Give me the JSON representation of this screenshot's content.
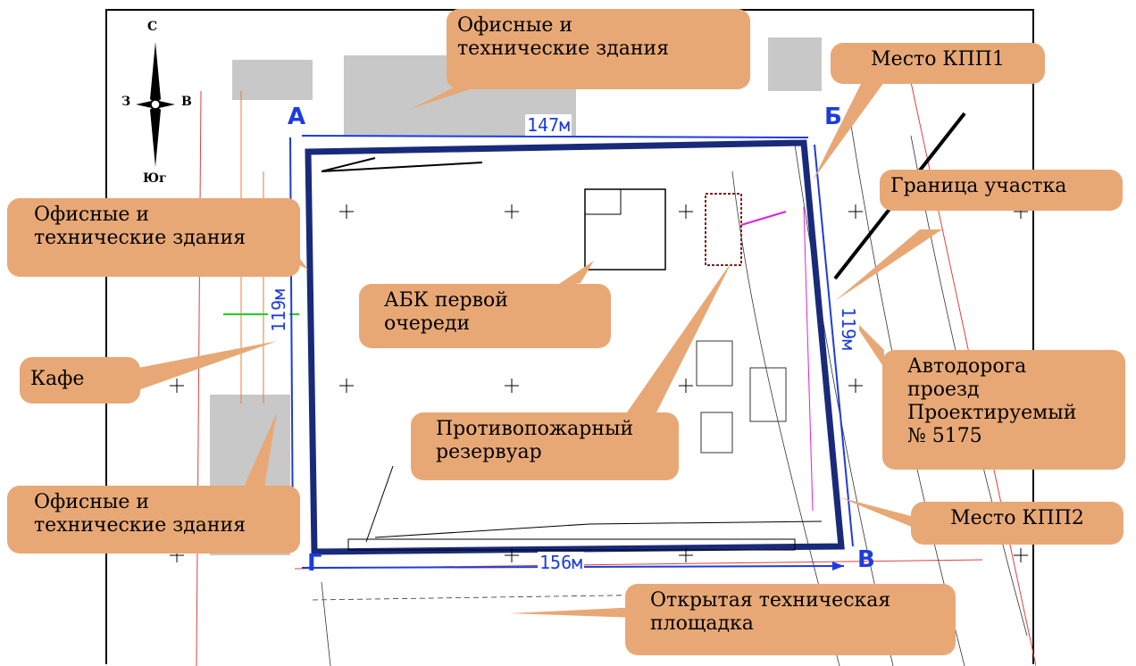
{
  "compass": {
    "north": "С",
    "south": "Юг",
    "west": "З",
    "east": "В"
  },
  "corners": {
    "a": "А",
    "b": "Б",
    "v": "В",
    "g": "Г"
  },
  "dimensions": {
    "top": "147м",
    "left": "119м",
    "right": "119м",
    "bottom": "156м"
  },
  "callouts": {
    "offices_top": [
      "Офисные и",
      "технические  здания"
    ],
    "kpp1": [
      "Место КПП1"
    ],
    "boundary": [
      "Граница участка"
    ],
    "offices_left": [
      "Офисные и",
      "технические  здания"
    ],
    "abk": [
      "АБК первой",
      "очереди"
    ],
    "cafe": [
      "Кафе"
    ],
    "road": [
      "Автодорога",
      "проезд",
      "Проектируемый",
      "№ 5175"
    ],
    "reservoir": [
      "Противопожарный",
      "резервуар"
    ],
    "offices_bottom": [
      "Офисные и",
      "технические  здания"
    ],
    "kpp2": [
      "Место КПП2"
    ],
    "open_area": [
      "Открытая техническая",
      "площадка"
    ]
  },
  "colors": {
    "callout": "#e8a876",
    "site_outline": "#1a2a7a",
    "dimension": "#1e3cdc",
    "building_shade": "#c8c8c8",
    "redline": "#e04040"
  }
}
